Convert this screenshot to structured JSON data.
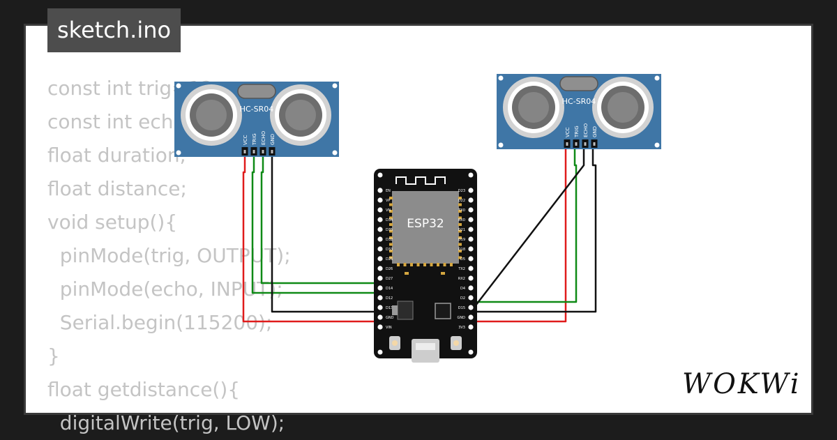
{
  "window": {
    "title": "sketch.ino"
  },
  "code_lines": [
    "const int trig=12;",
    "const int echo=14;",
    "float duration;",
    "float distance;",
    "void setup(){",
    "  pinMode(trig, OUTPUT);",
    "  pinMode(echo, INPUT);",
    "  Serial.begin(115200);",
    "}",
    "float getdistance(){",
    "  digitalWrite(trig, LOW);"
  ],
  "sensors": [
    {
      "model": "HC-SR04",
      "pins": [
        "VCC",
        "TRIG",
        "ECHO",
        "GND"
      ]
    },
    {
      "model": "HC-SR04",
      "pins": [
        "VCC",
        "TRIG",
        "ECHO",
        "GND"
      ]
    }
  ],
  "board": {
    "name": "ESP32",
    "left_pins": [
      "EN",
      "VP",
      "VN",
      "D34",
      "D35",
      "D32",
      "D33",
      "D25",
      "D26",
      "D27",
      "D14",
      "D12",
      "D13",
      "GND",
      "VIN"
    ],
    "right_pins": [
      "D23",
      "D22",
      "TX0",
      "RX0",
      "D21",
      "D19",
      "D18",
      "D5",
      "TX2",
      "RX2",
      "D4",
      "D2",
      "D15",
      "GND",
      "3V3"
    ]
  },
  "brand": {
    "logo": "WOKWi"
  },
  "colors": {
    "background": "#1c1c1c",
    "canvas": "#ffffff",
    "sensor_board": "#3f76a6",
    "esp_board": "#111111",
    "chip": "#8c8c8c",
    "wire_red": "#e01b1b",
    "wire_green": "#0f8a16",
    "wire_black": "#111111",
    "code_text": "#c4c4c4"
  }
}
